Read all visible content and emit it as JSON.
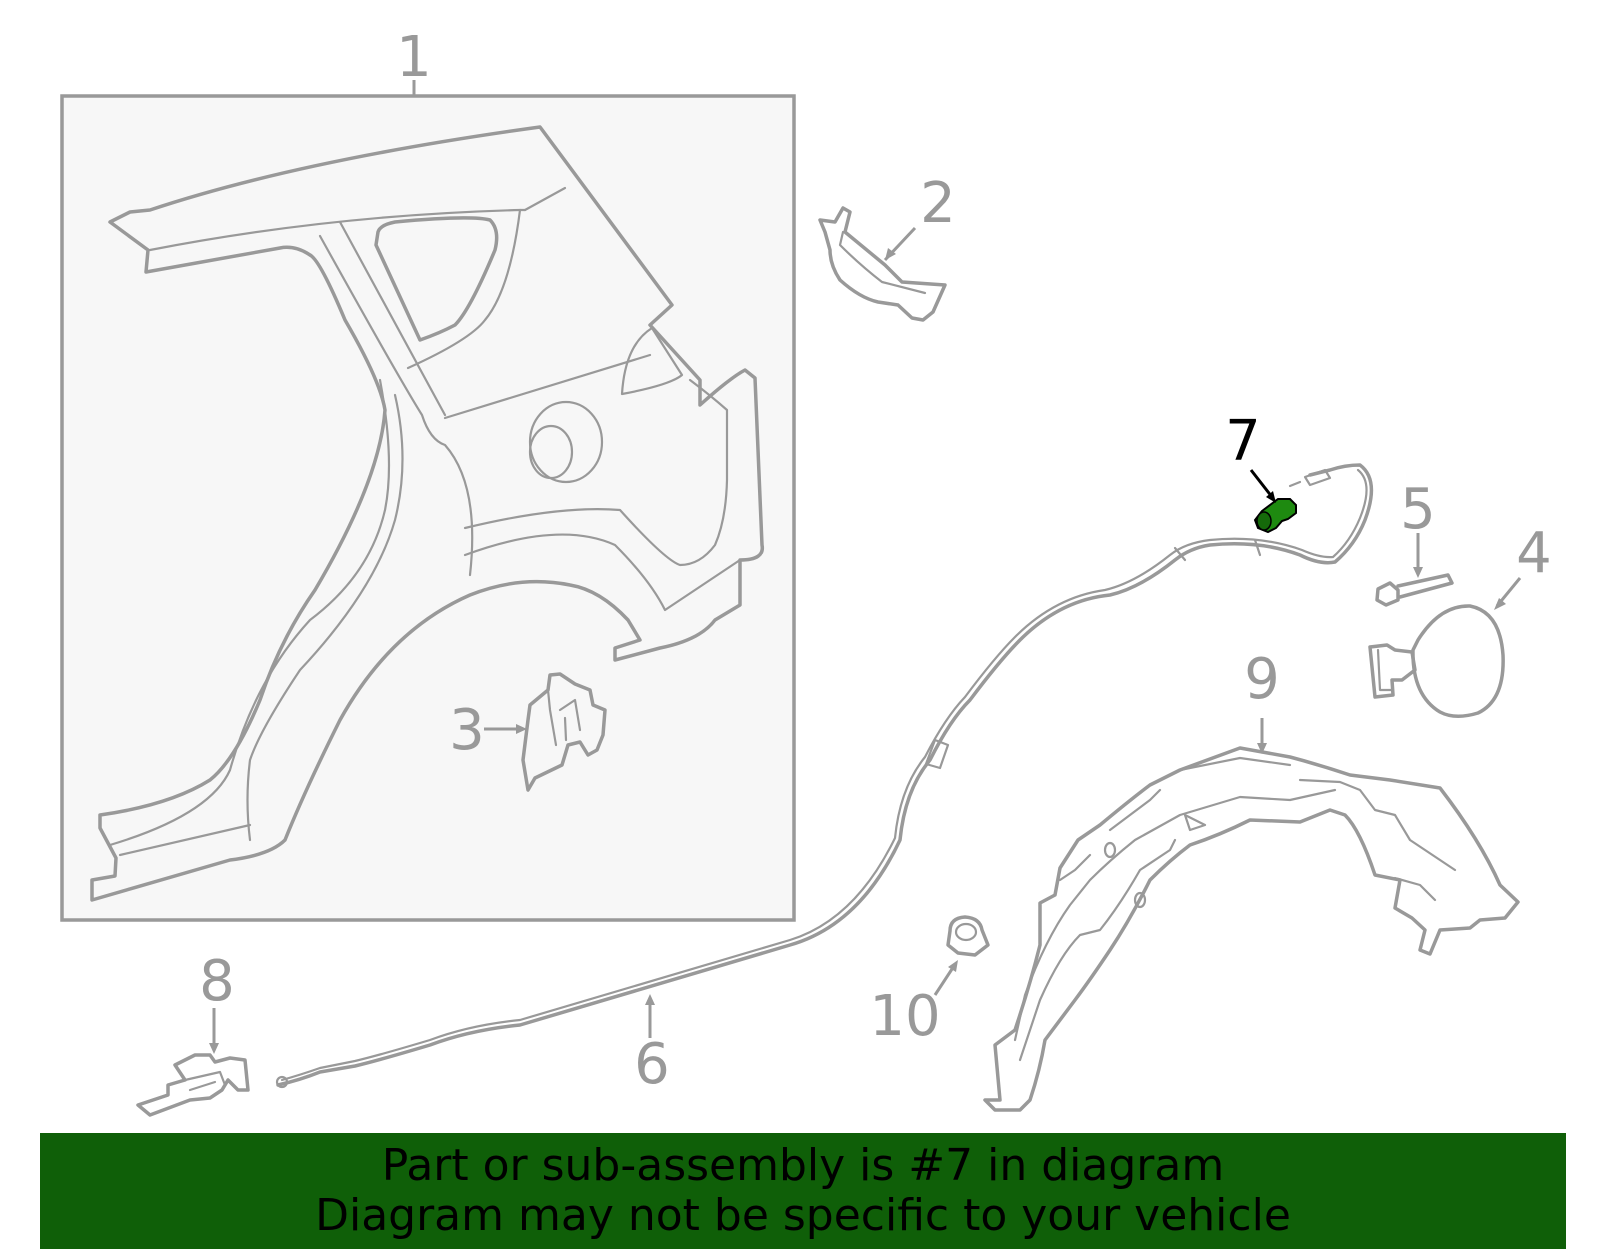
{
  "diagram": {
    "highlight_color": "#1e8a10",
    "callouts": [
      {
        "id": "1",
        "label": "1",
        "highlighted": false
      },
      {
        "id": "2",
        "label": "2",
        "highlighted": false
      },
      {
        "id": "3",
        "label": "3",
        "highlighted": false
      },
      {
        "id": "4",
        "label": "4",
        "highlighted": false
      },
      {
        "id": "5",
        "label": "5",
        "highlighted": false
      },
      {
        "id": "6",
        "label": "6",
        "highlighted": false
      },
      {
        "id": "7",
        "label": "7",
        "highlighted": true
      },
      {
        "id": "8",
        "label": "8",
        "highlighted": false
      },
      {
        "id": "9",
        "label": "9",
        "highlighted": false
      },
      {
        "id": "10",
        "label": "10",
        "highlighted": false
      }
    ]
  },
  "banner": {
    "line1": "Part or sub-assembly is #7 in diagram",
    "line2": "Diagram may not be specific to your vehicle",
    "background": "#0f5f08"
  }
}
